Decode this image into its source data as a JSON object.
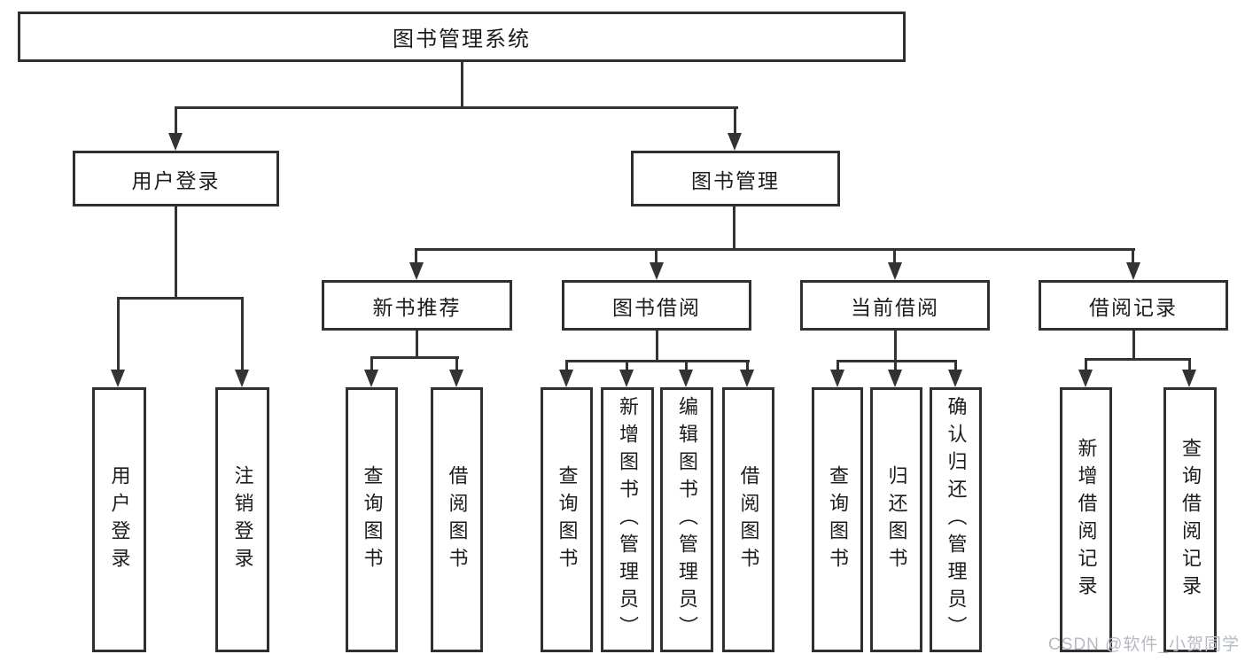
{
  "diagram": {
    "nodes": {
      "root": "图书管理系统",
      "user_login": "用户登录",
      "book_management": "图书管理",
      "new_book_recommend": "新书推荐",
      "book_borrow": "图书借阅",
      "current_borrow": "当前借阅",
      "borrow_records": "借阅记录",
      "leaf_user_login": "用户登录",
      "leaf_logout": "注销登录",
      "leaf_nb_query": "查询图书",
      "leaf_nb_borrow": "借阅图书",
      "leaf_bb_query": "查询图书",
      "leaf_bb_add": "新增图书（管理员）",
      "leaf_bb_edit": "编辑图书（管理员）",
      "leaf_bb_borrow": "借阅图书",
      "leaf_cb_query": "查询图书",
      "leaf_cb_return": "归还图书",
      "leaf_cb_confirm": "确认归还（管理员）",
      "leaf_br_add": "新增借阅记录",
      "leaf_br_query": "查询借阅记录"
    },
    "hierarchy": {
      "图书管理系统": {
        "用户登录": [
          "用户登录",
          "注销登录"
        ],
        "图书管理": {
          "新书推荐": [
            "查询图书",
            "借阅图书"
          ],
          "图书借阅": [
            "查询图书",
            "新增图书（管理员）",
            "编辑图书（管理员）",
            "借阅图书"
          ],
          "当前借阅": [
            "查询图书",
            "归还图书",
            "确认归还（管理员）"
          ],
          "借阅记录": [
            "新增借阅记录",
            "查询借阅记录"
          ]
        }
      }
    },
    "watermark": "CSDN @软件_小贺同学",
    "colors": {
      "line": "#333333",
      "box_border": "#2f2f2f",
      "box_fill": "#ffffff",
      "text": "#1c1c1c",
      "watermark": "#b6bac1",
      "background": "#ffffff"
    }
  }
}
